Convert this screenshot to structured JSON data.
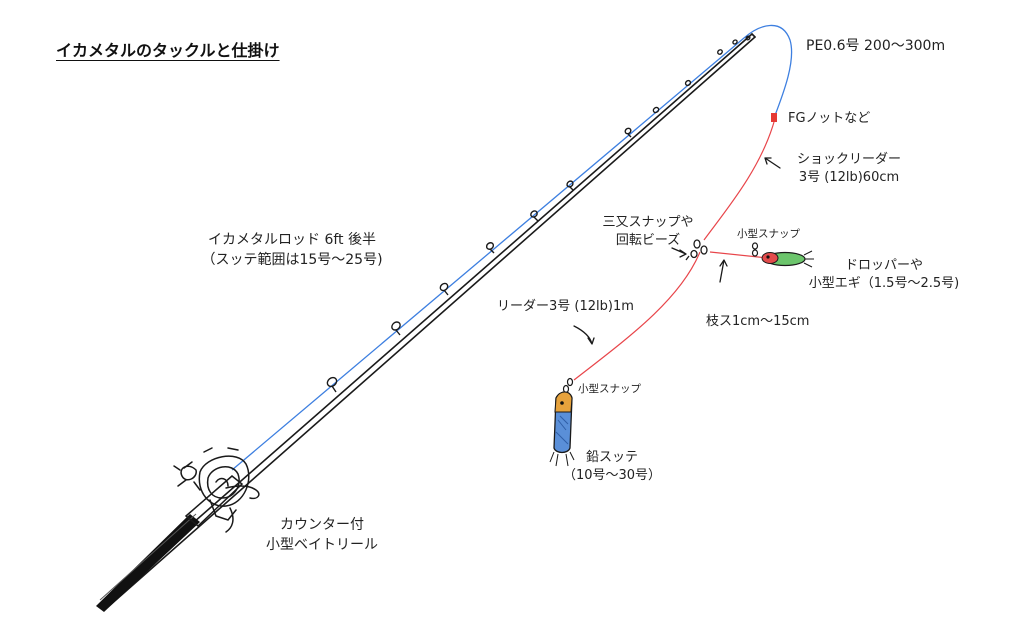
{
  "title": "イカメタルのタックルと仕掛け",
  "colors": {
    "pe_line": "#3d7fe0",
    "shock_leader": "#e8454a",
    "knot": "#e53935",
    "ink": "#1a1a1a",
    "sinker_body": "#5a8fd8",
    "sinker_head": "#e6a23c",
    "dropper_body": "#6cc56c",
    "dropper_head": "#e24b4b"
  },
  "labels": {
    "pe_line": "PE0.6号 200〜300m",
    "knot": "FGノットなど",
    "shock_leader_1": "ショックリーダー",
    "shock_leader_2": "3号 (12lb)60cm",
    "swivel_1": "三又スナップや",
    "swivel_2": "回転ビーズ",
    "snap_dropper": "小型スナップ",
    "dropper_1": "ドロッパーや",
    "dropper_2": "小型エギ（1.5号〜2.5号)",
    "branch": "枝ス1cm〜15cm",
    "leader": "リーダー3号 (12lb)1m",
    "snap_sinker": "小型スナップ",
    "sinker_1": "鉛スッテ",
    "sinker_2": "（10号〜30号）",
    "rod_1": "イカメタルロッド 6ft 後半",
    "rod_2": "（スッテ範囲は15号〜25号)",
    "reel_1": "カウンター付",
    "reel_2": "小型ベイトリール"
  },
  "icons": [
    "reel-icon",
    "rod-guide-icon",
    "swivel-icon",
    "snap-icon",
    "dropper-egi-icon",
    "lead-sutte-icon",
    "arrow-icon"
  ]
}
